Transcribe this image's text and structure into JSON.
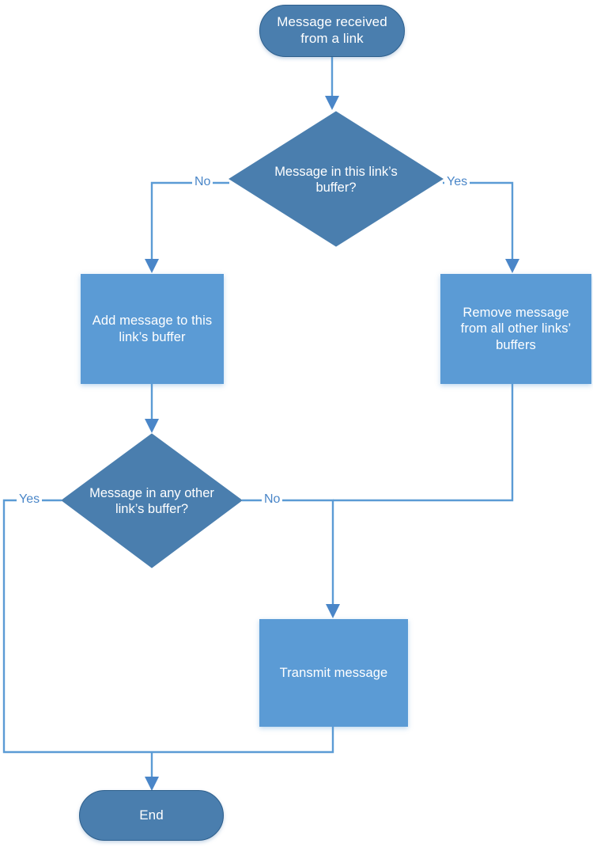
{
  "diagram": {
    "type": "flowchart",
    "title": "Message received from a link processing flow",
    "colors": {
      "terminator_fill": "#4A7EAE",
      "terminator_stroke": "#2E5F8C",
      "process_fill": "#5B9BD5",
      "decision_fill": "#4A7EAE",
      "connector": "#5B9BD5",
      "arrowhead": "#4A86C8",
      "label_text": "#4A86C8",
      "node_text": "#FFFFFF",
      "background": "#FFFFFF"
    },
    "nodes": [
      {
        "id": "start",
        "shape": "terminator",
        "text": "Message received from a link",
        "line1": "Message received",
        "line2": "from a link"
      },
      {
        "id": "decision-link-buffer",
        "shape": "decision",
        "text": "Message in this link’s buffer?",
        "line1": "Message in this link’s",
        "line2": "buffer?"
      },
      {
        "id": "add-message",
        "shape": "process",
        "text": "Add message to this link’s buffer",
        "line1": "Add message to this",
        "line2": "link’s buffer"
      },
      {
        "id": "remove-message",
        "shape": "process",
        "text": "Remove message from all other links’ buffers",
        "line1": "Remove message",
        "line2": "from all other links’",
        "line3": "buffers"
      },
      {
        "id": "decision-other-buffer",
        "shape": "decision",
        "text": "Message in any other link’s buffer?",
        "line1": "Message in any other",
        "line2": "link’s buffer?"
      },
      {
        "id": "transmit-message",
        "shape": "process",
        "text": "Transmit message",
        "line1": "Transmit message"
      },
      {
        "id": "end",
        "shape": "terminator",
        "text": "End",
        "line1": "End"
      }
    ],
    "edge_labels": {
      "decision1_no": "No",
      "decision1_yes": "Yes",
      "decision2_yes": "Yes",
      "decision2_no": "No"
    }
  }
}
